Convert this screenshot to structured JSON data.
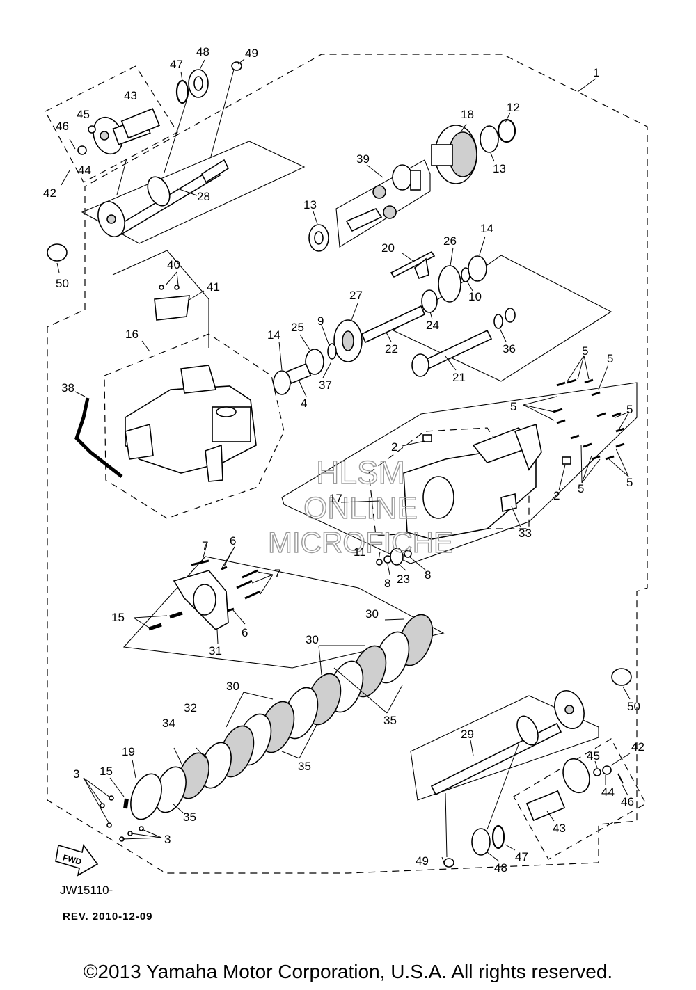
{
  "diagram": {
    "watermark": [
      "HLSM",
      "ONLINE",
      "MICROFICHE"
    ],
    "fwd_label": "FWD",
    "drawing_code": "JW15110-",
    "revision": "REV. 2010-12-09",
    "copyright": "©2013 Yamaha Motor Corporation, U.S.A. All rights reserved."
  },
  "callouts": [
    "1",
    "2",
    "2",
    "3",
    "3",
    "4",
    "5",
    "5",
    "5",
    "5",
    "5",
    "5",
    "6",
    "6",
    "7",
    "7",
    "8",
    "8",
    "9",
    "10",
    "11",
    "12",
    "13",
    "13",
    "14",
    "14",
    "15",
    "15",
    "16",
    "17",
    "18",
    "19",
    "20",
    "21",
    "22",
    "23",
    "24",
    "25",
    "26",
    "27",
    "28",
    "29",
    "30",
    "30",
    "30",
    "31",
    "32",
    "33",
    "34",
    "35",
    "35",
    "35",
    "36",
    "37",
    "38",
    "39",
    "40",
    "41",
    "42",
    "42",
    "43",
    "43",
    "44",
    "44",
    "45",
    "45",
    "46",
    "46",
    "47",
    "47",
    "48",
    "48",
    "49",
    "49",
    "50",
    "50"
  ]
}
